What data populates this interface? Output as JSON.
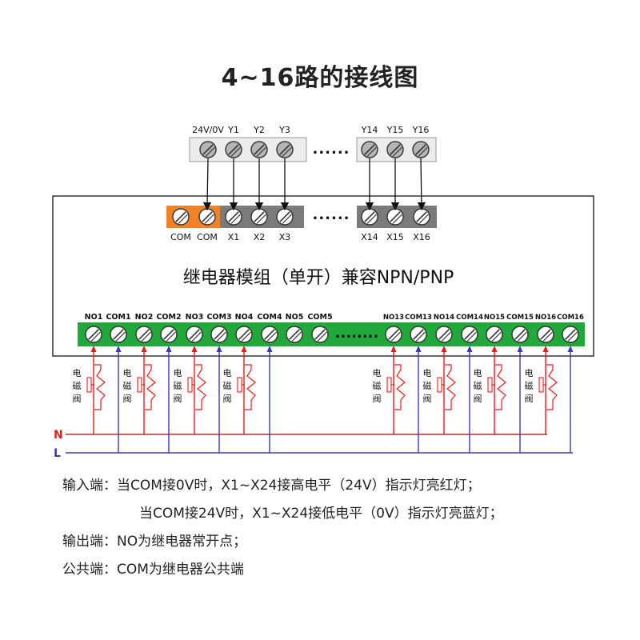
{
  "title": "4~16路的接线图",
  "input_terminal": {
    "labels": [
      "24V/0V",
      "Y1",
      "Y2",
      "Y3",
      "Y14",
      "Y15",
      "Y16"
    ],
    "ellipsis": "......"
  },
  "module": {
    "title": "继电器模组（单开）兼容NPN/PNP",
    "input_labels": [
      "COM",
      "COM",
      "X1",
      "X2",
      "X3",
      "X14",
      "X15",
      "X16"
    ],
    "ellipsis": "......"
  },
  "output_block": {
    "left_labels": [
      "NO1",
      "COM1",
      "NO2",
      "COM2",
      "NO3",
      "COM3",
      "NO4",
      "COM4",
      "NO5",
      "COM5"
    ],
    "right_labels": [
      "NO13",
      "COM13",
      "NO14",
      "COM14",
      "NO15",
      "COM15",
      "NO16",
      "COM16"
    ],
    "ellipsis": "........"
  },
  "valve_label_chars": [
    "电",
    "磁",
    "阀"
  ],
  "power_lines": {
    "n": "N",
    "l": "L"
  },
  "colors": {
    "green": "#22a83a",
    "gray": "#7b7b7b",
    "orange": "#f0822a",
    "red": "#e51d1d",
    "blue": "#3b3bb8"
  },
  "notes": {
    "line1": "输入端：当COM接0V时，X1~X24接高电平（24V）指示灯亮红灯；",
    "line2": "当COM接24V时，X1~X24接低电平（0V）指示灯亮蓝灯；",
    "line3": "输出端：NO为继电器常开点；",
    "line4": "公共端：COM为继电器公共端"
  }
}
